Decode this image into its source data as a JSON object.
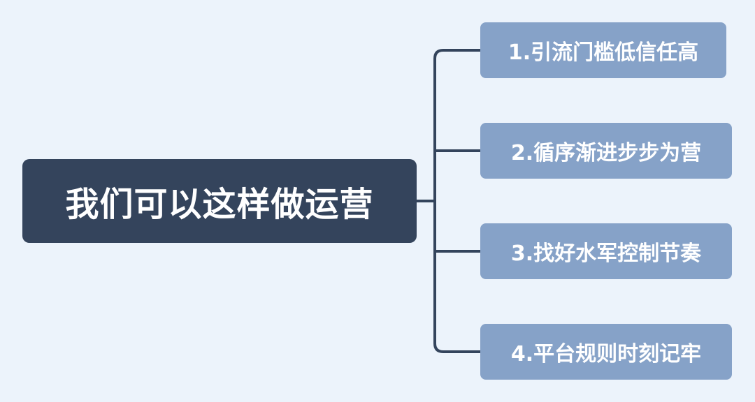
{
  "mindmap": {
    "root": {
      "label": "我们可以这样做运营"
    },
    "branches": [
      {
        "label": "1.引流门槛低信任高"
      },
      {
        "label": "2.循序渐进步步为营"
      },
      {
        "label": "3.找好水军控制节奏"
      },
      {
        "label": "4.平台规则时刻记牢"
      }
    ]
  },
  "colors": {
    "background": "#ecf3fb",
    "root_fill": "#34445c",
    "branch_fill": "#86a2c8",
    "connector": "#34445c",
    "text": "#ffffff"
  }
}
